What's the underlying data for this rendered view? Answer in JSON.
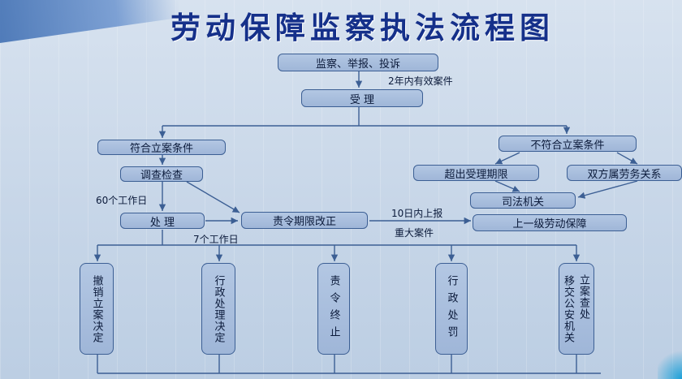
{
  "title": "劳动保障监察执法流程图",
  "nodes": {
    "source": "监察、举报、投诉",
    "accept": "受 理",
    "meets": "符合立案条件",
    "not_meets": "不符合立案条件",
    "investigate": "调查检查",
    "handle": "处 理",
    "order_correct": "责令期限改正",
    "beyond_scope": "超出受理期限",
    "labor_relation": "双方属劳务关系",
    "judicial": "司法机关",
    "superior": "上一级劳动保障",
    "out1": "撤销立案决定",
    "out2": "行政处理决定",
    "out3": "责令终止",
    "out4": "行政处罚",
    "out5a": "移交公安机关",
    "out5b": "立案查处"
  },
  "labels": {
    "valid_cases": "2年内有效案件",
    "sixty_days": "60个工作日",
    "seven_days": "7个工作日",
    "ten_days": "10日内上报",
    "major_cases": "重大案件"
  }
}
